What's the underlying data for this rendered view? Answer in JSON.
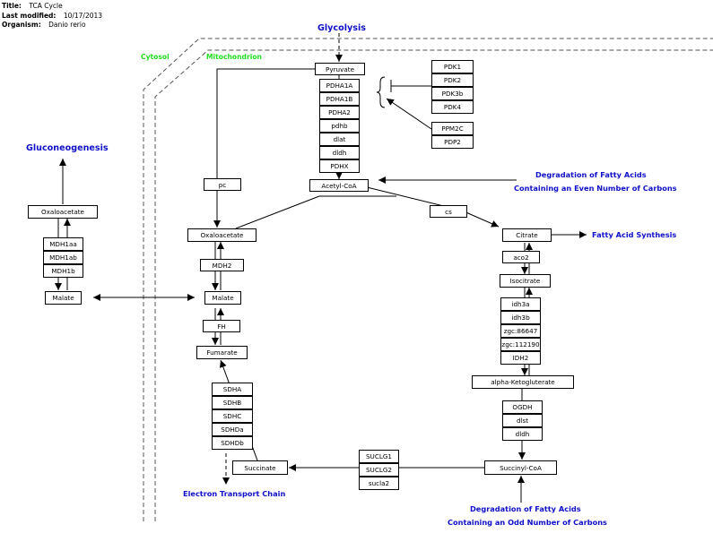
{
  "header": {
    "title_label": "Title:",
    "title": "TCA Cycle",
    "modified_label": "Last modified:",
    "modified": "10/17/2013",
    "organism_label": "Organism:",
    "organism": "Danio rerio"
  },
  "compartments": {
    "cytosol": "Cytosol",
    "mitochondrion": "Mitochondrion"
  },
  "pathways": {
    "glycolysis": "Glycolysis",
    "gluconeogenesis": "Gluconeogenesis",
    "degradation_even_line1": "Degradation of Fatty Acids",
    "degradation_even_line2": "Containing an Even Number of Carbons",
    "fatty_acid_synthesis": "Fatty Acid Synthesis",
    "electron_transport_chain": "Electron Transport Chain",
    "degradation_odd_line1": "Degradation of Fatty Acids",
    "degradation_odd_line2": "Containing an Odd Number of Carbons"
  },
  "metabolites": {
    "pyruvate": "Pyruvate",
    "acetyl_coa": "Acetyl-CoA",
    "oxaloacetate_mito": "Oxaloacetate",
    "oxaloacetate_cyto": "Oxaloacetate",
    "citrate": "Citrate",
    "isocitrate": "Isocitrate",
    "alpha_ketoglutarate": "alpha-Ketogluterate",
    "succinyl_coa": "Succinyl-CoA",
    "succinate": "Succinate",
    "fumarate": "Fumarate",
    "malate_mito": "Malate",
    "malate_cyto": "Malate"
  },
  "genes": {
    "pdh_complex": [
      "PDHA1A",
      "PDHA1B",
      "PDHA2",
      "pdhb",
      "dlat",
      "dldh",
      "PDHX"
    ],
    "pdk": [
      "PDK1",
      "PDK2",
      "PDK3b",
      "PDK4"
    ],
    "pdp": [
      "PPM2C",
      "PDP2"
    ],
    "mdh_cyto": [
      "MDH1aa",
      "MDH1ab",
      "MDH1b"
    ],
    "pc": "pc",
    "cs": "cs",
    "mdh2": "MDH2",
    "fh": "FH",
    "aco2": "aco2",
    "idh": [
      "idh3a",
      "idh3b",
      "zgc:86647",
      "zgc:112190",
      "IDH2"
    ],
    "ogdh": [
      "OGDH",
      "dlst",
      "dldh"
    ],
    "sdh": [
      "SDHA",
      "SDHB",
      "SDHC",
      "SDHDa",
      "SDHDb"
    ],
    "sucl": [
      "SUCLG1",
      "SUCLG2",
      "sucla2"
    ]
  }
}
